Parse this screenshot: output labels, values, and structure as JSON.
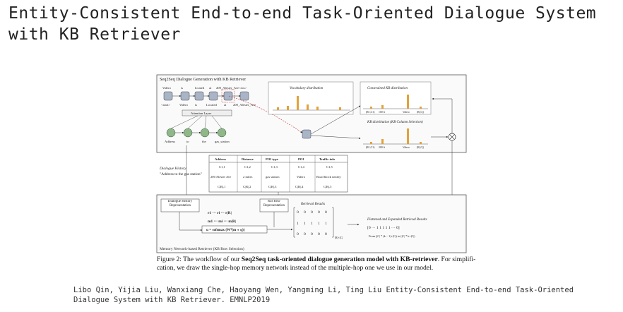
{
  "slide": {
    "title_line1": "Entity-Consistent End-to-end Task-Oriented Dialogue System",
    "title_line2": "with KB Retriever"
  },
  "figure": {
    "top_panel_title": "Seq2Seq Dialogue Generation with KB Retriever",
    "decoder_outputs": [
      "Valero",
      "is",
      "located",
      "at",
      "200_Alester_Ave",
      "<eos>"
    ],
    "decoder_inputs": [
      "<start>",
      "Valero",
      "is",
      "Located",
      "at",
      "200_Alester_Ave"
    ],
    "attention_label": "Attention Layer",
    "encoder_words": [
      "Address",
      "to",
      "the",
      "gas_station"
    ],
    "vocab_dist_label": "Vocabulary distribution",
    "constrained_kb_label": "Constrained KB distribution",
    "constrained_kb_ticks": [
      "(R1,C1)",
      "100 ft",
      "Valero",
      "(R|,C|)"
    ],
    "column_sel_label": "KB distribution (KB Column Selection)",
    "column_sel_ticks": [
      "(R1,C1)",
      "200 ft",
      "Valero",
      "(R|,C|)"
    ],
    "dialogue_history_label": "Dialogue History",
    "dialogue_history_quote": "\"Address to the gas station\"",
    "kb_table": {
      "headers": [
        "Address",
        "Distance",
        "POI type",
        "POI",
        "Traffic info"
      ],
      "rows": [
        [
          "C1,1",
          "C1,2",
          "C1,3",
          "C1,4",
          "C1,5"
        ],
        [
          "200 Alester Ave",
          "2 miles",
          "gas station",
          "Valero",
          "Road block nearby"
        ],
        [
          "C|R|,1",
          "C|R|,2",
          "C|R|,3",
          "C|R|,4",
          "C|R|,5"
        ]
      ]
    },
    "dh_rep_label": "Dialogue History Representation",
    "kb_row_label": "KB Row Representation",
    "r_seq": "r1 ··· ri ··· r|R|",
    "m_seq": "m1 ··· mi ··· m|R|",
    "softmax_formula": "α = softmax (Wᵀ(m ∘ q))",
    "retrieval_results_label": "Retrieval Results",
    "retrieval_matrix": [
      [
        "0",
        "0",
        "0",
        "0",
        "0"
      ],
      [
        "1",
        "1",
        "1",
        "1",
        "1"
      ],
      [
        "0",
        "0",
        "0",
        "0",
        "0"
      ]
    ],
    "matrix_dims": "|R|×|C|",
    "flattened_label": "Flattened and Expanded Retrieval Results",
    "flattened_vector": "[0 ··· 1 1 1 1 1 ··· 0]",
    "flattened_range": "From (|C| * (k − 1)+|C|) to (|C| * k+|C|)",
    "bottom_panel_title": "Memory Network-based Retriever (KB Row Selection)"
  },
  "caption": {
    "lead": "Figure 2: The workflow of our ",
    "bold": "Seq2Seq task-oriented dialogue generation model with KB-retriever",
    "tail": ". For simplifi- cation, we draw the single-hop memory network instead of the multiple-hop one we use in our model."
  },
  "citation": {
    "line1": "Libo Qin, Yijia Liu, Wanxiang Che, Haoyang Wen, Yangming Li, Ting Liu Entity-Consistent End-to-end Task-Oriented",
    "line2": "Dialogue System with KB Retriever. EMNLP2019"
  }
}
